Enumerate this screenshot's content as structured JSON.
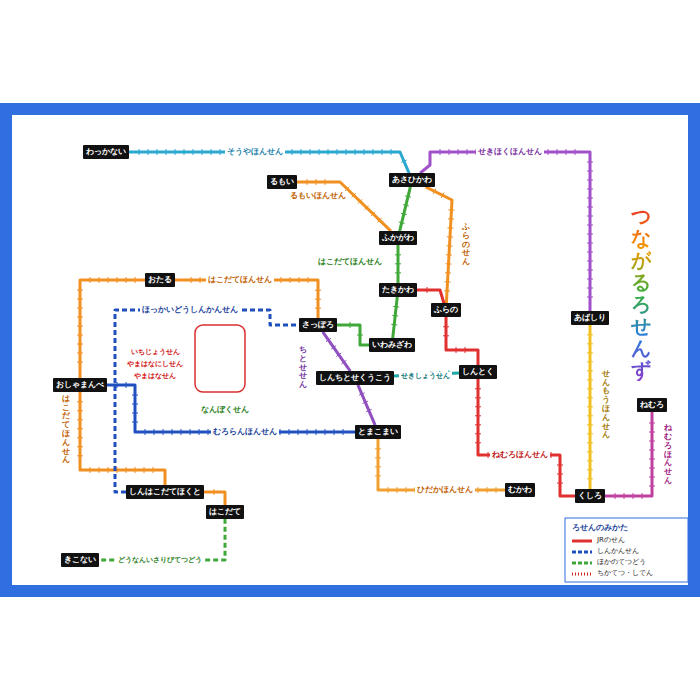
{
  "diagram": {
    "title": "つながるろせんず",
    "nodes": [
      {
        "text": [
          "わっかない"
        ]
      },
      {
        "text": [
          "るもい"
        ]
      },
      {
        "text": [
          "あさひかわ"
        ]
      },
      {
        "text": [
          "ふかがわ"
        ]
      },
      {
        "text": [
          "たきかわ"
        ]
      },
      {
        "text": [
          "ふらの"
        ]
      },
      {
        "text": [
          "あばしり"
        ]
      },
      {
        "text": [
          "いわみざわ"
        ]
      },
      {
        "text": [
          "さっぽろ"
        ]
      },
      {
        "text": [
          "おたる"
        ]
      },
      {
        "text": [
          "おしゃまんべ"
        ]
      },
      {
        "text": [
          "しんちとせくうこう"
        ]
      },
      {
        "text": [
          "とまこまい"
        ]
      },
      {
        "text": [
          "しんとく"
        ]
      },
      {
        "text": [
          "くしろ"
        ]
      },
      {
        "text": [
          "ねむろ"
        ]
      },
      {
        "text": [
          "むかわ"
        ]
      },
      {
        "text": [
          "しんはこだてほくと"
        ]
      },
      {
        "text": [
          "はこだて"
        ]
      },
      {
        "text": [
          "きこない"
        ]
      }
    ],
    "edges": [
      {
        "from": 0,
        "to": 2,
        "arrow": "none",
        "label": "そうやほんせん"
      },
      {
        "from": 2,
        "to": 6,
        "arrow": "none",
        "label": "せきほくほんせん"
      },
      {
        "from": 6,
        "to": 14,
        "arrow": "none",
        "label": "せんもうほんせん"
      },
      {
        "from": 2,
        "to": 5,
        "arrow": "none",
        "label": "ふらのせん"
      },
      {
        "from": 4,
        "to": 5,
        "arrow": "none"
      },
      {
        "from": 5,
        "to": 13,
        "arrow": "none"
      },
      {
        "from": 13,
        "to": 14,
        "arrow": "none",
        "label": "ねむろほんせん"
      },
      {
        "from": 14,
        "to": 15,
        "arrow": "none",
        "label": "ねむろほんせん"
      },
      {
        "from": 2,
        "to": 3,
        "arrow": "none"
      },
      {
        "from": 3,
        "to": 4,
        "arrow": "none",
        "label": "はこだてほんせん"
      },
      {
        "from": 4,
        "to": 7,
        "arrow": "none"
      },
      {
        "from": 7,
        "to": 8,
        "arrow": "none"
      },
      {
        "from": 8,
        "to": 9,
        "arrow": "none",
        "label": "はこだてほんせん"
      },
      {
        "from": 9,
        "to": 10,
        "arrow": "none"
      },
      {
        "from": 10,
        "to": 17,
        "arrow": "none",
        "label": "はこだてほんせん"
      },
      {
        "from": 17,
        "to": 18,
        "arrow": "none"
      },
      {
        "from": 1,
        "to": 3,
        "arrow": "none",
        "label": "るもいほんせん"
      },
      {
        "from": 8,
        "to": 11,
        "arrow": "none",
        "label": "ちとせせん"
      },
      {
        "from": 11,
        "to": 12,
        "arrow": "none"
      },
      {
        "from": 11,
        "to": 13,
        "arrow": "none",
        "label": "せきしょうせん"
      },
      {
        "from": 10,
        "to": 12,
        "arrow": "none",
        "label": "むろらんほんせん"
      },
      {
        "from": 12,
        "to": 16,
        "arrow": "none",
        "label": "ひだかほんせん"
      },
      {
        "from": 17,
        "to": 8,
        "arrow": "none",
        "label": "ほっかいどうしんかんせん"
      },
      {
        "from": 18,
        "to": 19,
        "arrow": "none",
        "label": "どうなんいさりびてつどう"
      }
    ],
    "labels": [
      "いちじょうせん",
      "やまはなにしせん",
      "やまはなせん",
      "なんぼくせん",
      "ろせんのみかた"
    ],
    "legend": [
      {
        "text": "JRのせん"
      },
      {
        "text": "しんかんせん"
      },
      {
        "text": "ほかのてつどう"
      },
      {
        "text": "ちかてつ・しでん"
      }
    ]
  }
}
